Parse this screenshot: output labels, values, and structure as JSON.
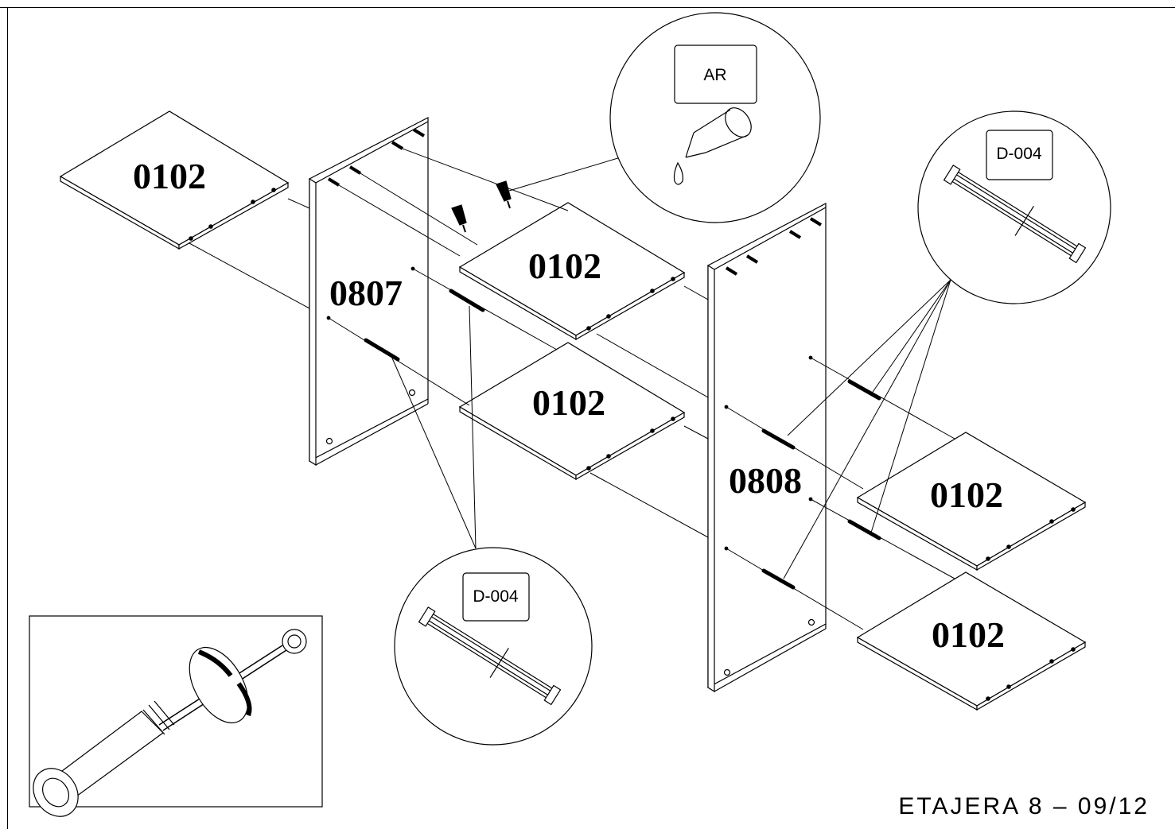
{
  "parts": {
    "shelf_label": "0102",
    "left_side_label": "0807",
    "right_side_label": "0808"
  },
  "callouts": {
    "glue_label": "AR",
    "dowel_label_right": "D-004",
    "dowel_label_bottom": "D-004"
  },
  "footer": {
    "page_title": "ETAJERA 8 – 09/12"
  }
}
